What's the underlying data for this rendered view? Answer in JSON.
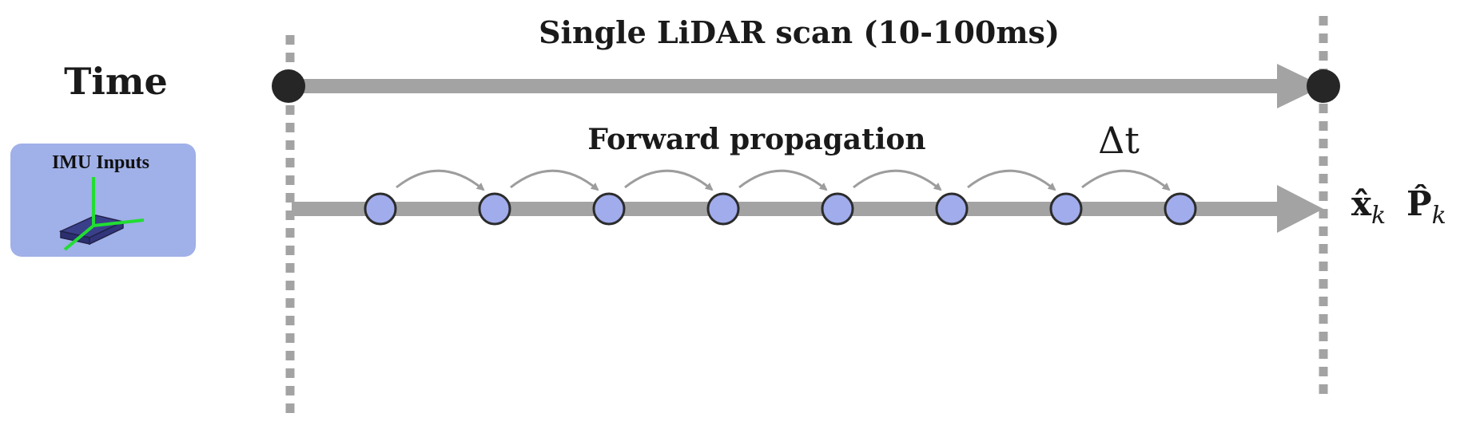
{
  "labels": {
    "time": "Time",
    "scan": "Single LiDAR scan (10-100ms)",
    "forward": "Forward propagation",
    "delta_t": "Δt",
    "imu_inputs": "IMU Inputs"
  },
  "outputs": {
    "state": {
      "symbol": "x̂",
      "subscript": "k"
    },
    "covariance": {
      "symbol": "P̂",
      "subscript": "k"
    }
  },
  "propagation": {
    "node_count": 8,
    "arc_count": 7
  },
  "colors": {
    "axis": "#a3a3a3",
    "endpoint": "#262626",
    "node_fill": "#a0acec",
    "node_stroke": "#2c2c2c",
    "arc": "#9d9d9d",
    "imu_box": "#a0b0e8",
    "imu_plate": "#3a3f8a",
    "imu_axes": "#22dd33",
    "text": "#1a1a1a"
  }
}
